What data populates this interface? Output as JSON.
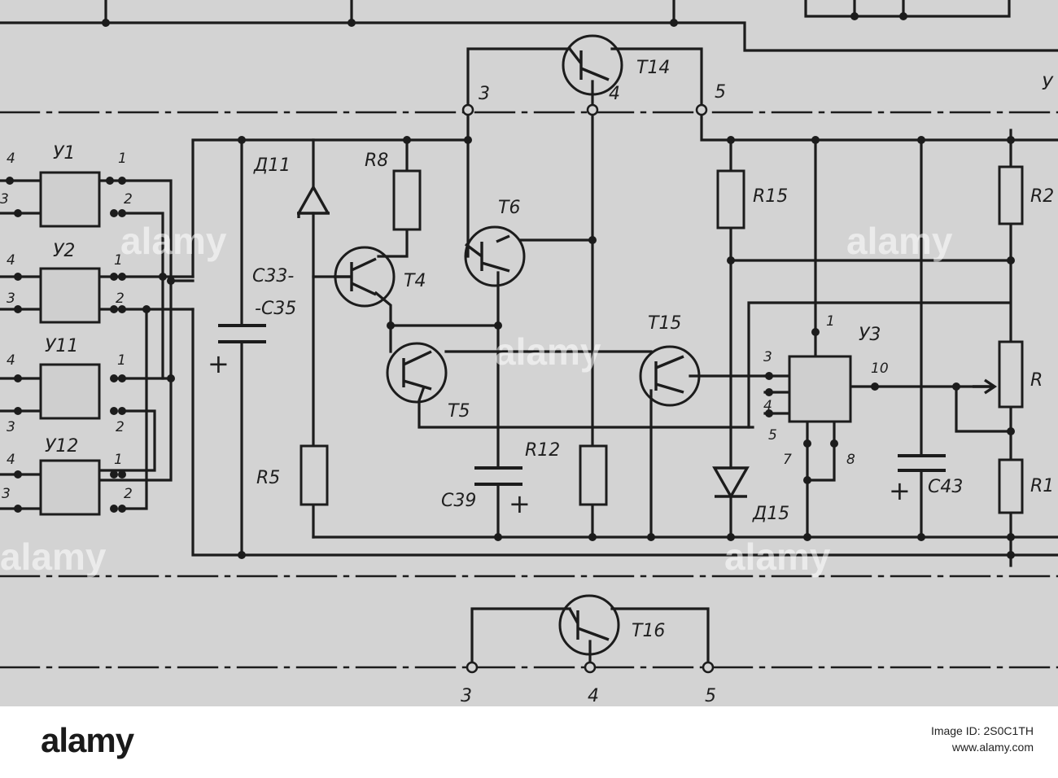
{
  "schematic": {
    "top_nodes": [
      "3",
      "4",
      "5"
    ],
    "bottom_nodes": [
      "3",
      "4",
      "5"
    ],
    "modules": [
      {
        "name": "У1",
        "pins": [
          "4",
          "3",
          "1",
          "2"
        ]
      },
      {
        "name": "У2",
        "pins": [
          "4",
          "3",
          "1",
          "2"
        ]
      },
      {
        "name": "У11",
        "pins": [
          "4",
          "3",
          "1",
          "2"
        ]
      },
      {
        "name": "У12",
        "pins": [
          "4",
          "3",
          "1",
          "2"
        ]
      }
    ],
    "components": {
      "d11": "Д11",
      "r8": "R8",
      "c33a": "С33-",
      "c33b": "-С35",
      "t4": "Т4",
      "t6": "Т6",
      "t5": "Т5",
      "t14": "Т14",
      "t15": "Т15",
      "t16": "Т16",
      "r5": "R5",
      "r12": "R12",
      "c39": "С39",
      "r15": "R15",
      "d15": "Д15",
      "u3": "У3",
      "c43": "С43",
      "r2_partial": "R2",
      "r_mid_partial": "R",
      "r_low_partial": "R1",
      "y_partial": "У"
    },
    "u3_pins": [
      "1",
      "3",
      "4",
      "5",
      "7",
      "8",
      "10"
    ],
    "plus_sign": "+"
  },
  "watermark": "alamy",
  "footer": {
    "logo": "alamy",
    "image_id_line1": "Image ID: 2S0C1TH",
    "image_id_line2": "www.alamy.com"
  }
}
